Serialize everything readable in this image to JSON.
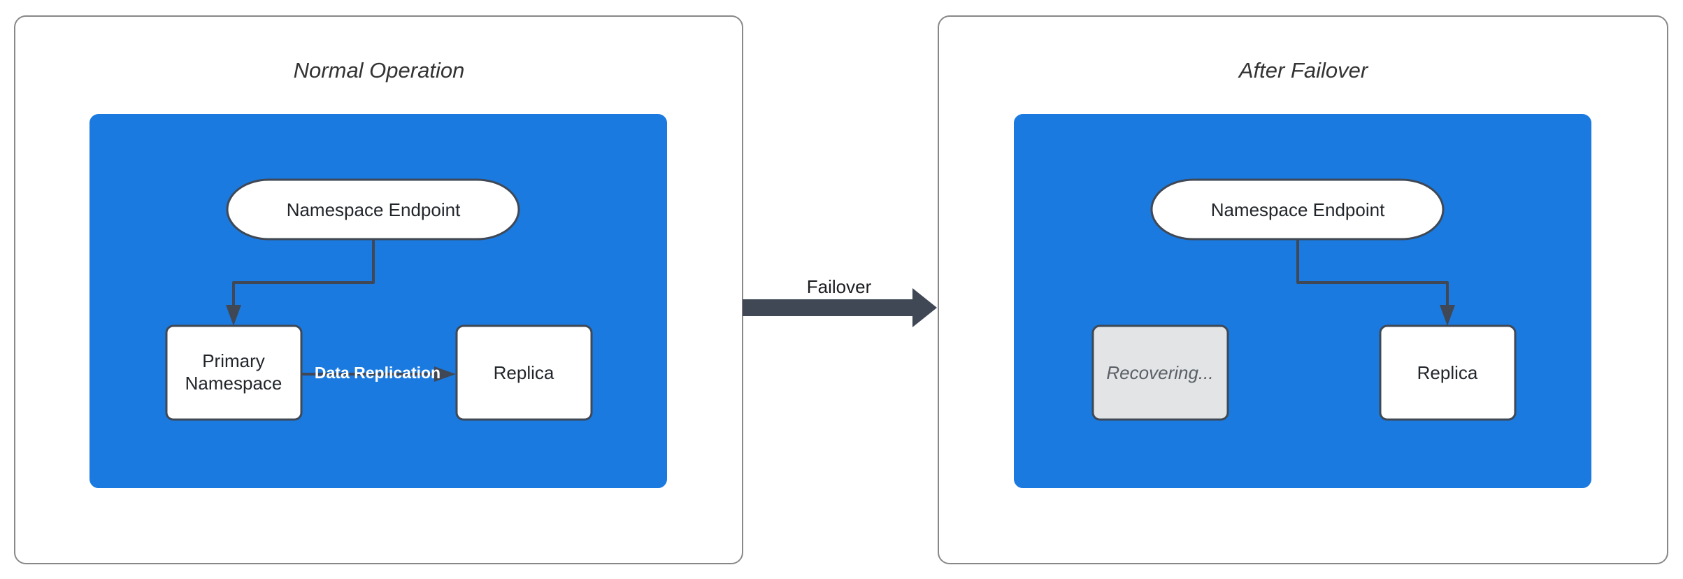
{
  "diagram": {
    "title_normal": "Normal Operation",
    "title_failover": "After Failover",
    "colors": {
      "zone_blue": "#1a7ae0",
      "stroke_dark": "#3f4854",
      "panel_border": "#888888",
      "muted_fill": "#e2e4e6",
      "muted_text": "#5b6066",
      "node_fill": "#ffffff",
      "label_white": "#ffffff"
    }
  },
  "left_panel": {
    "title": "Normal Operation",
    "nodes": {
      "endpoint": "Namespace Endpoint",
      "primary_line1": "Primary",
      "primary_line2": "Namespace",
      "replica": "Replica"
    },
    "edges": {
      "replication_label": "Data Replication"
    }
  },
  "right_panel": {
    "title": "After Failover",
    "nodes": {
      "endpoint": "Namespace Endpoint",
      "recovering": "Recovering...",
      "replica": "Replica"
    }
  },
  "transition": {
    "label": "Failover"
  }
}
